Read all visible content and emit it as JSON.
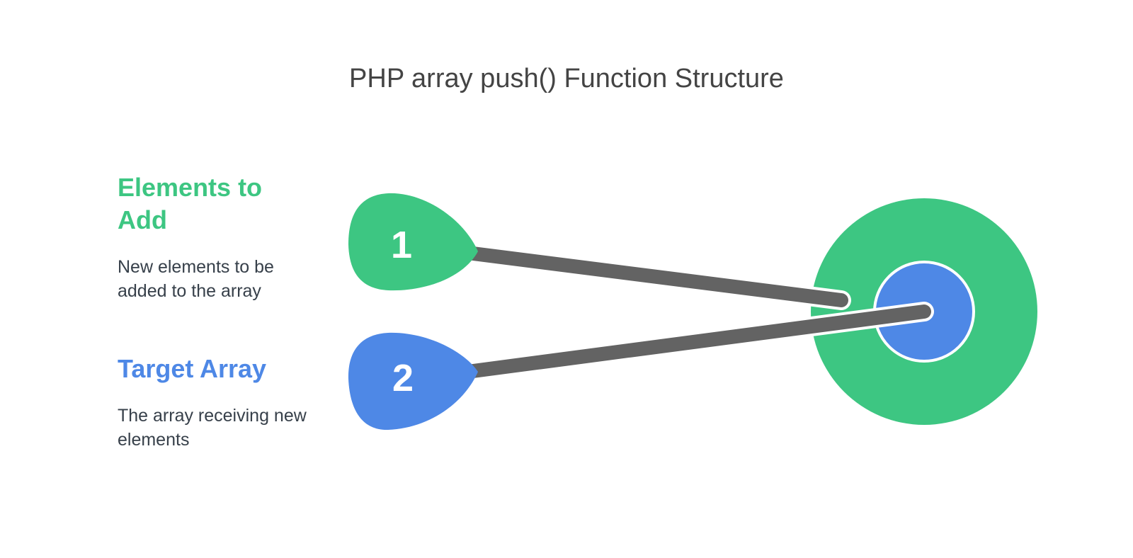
{
  "title": "PHP array push() Function Structure",
  "items": [
    {
      "number": "1",
      "heading": "Elements to Add",
      "description": "New elements to be added to the array",
      "color": "#3dc682"
    },
    {
      "number": "2",
      "heading": "Target Array",
      "description": "The array receiving new elements",
      "color": "#4e88e6"
    }
  ],
  "colors": {
    "title": "#444444",
    "text": "#37404a",
    "connector": "#636363",
    "outer_ring": "#3dc682",
    "inner_circle": "#4e88e6",
    "background": "#ffffff"
  }
}
